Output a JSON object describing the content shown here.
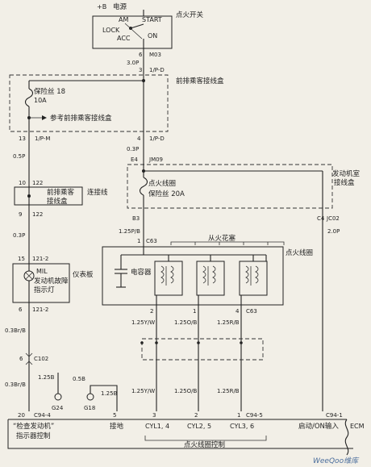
{
  "top": {
    "battery": "+B",
    "battery_cn": "电源",
    "ign_switch_title": "点火开关",
    "sw_am": "AM",
    "sw_start": "START",
    "sw_lock": "LOCK",
    "sw_on": "ON",
    "sw_acc": "ACC",
    "pin6": "6",
    "conn_m03": "M03",
    "w_30p": "3.0P",
    "pin3": "3",
    "conn_1pd": "1/P-D"
  },
  "front_box": {
    "title": "前排乘客接线盒",
    "fuse18": "保险丝 18",
    "fuse18_rating": "10A",
    "ref_note": "参考前排乘客接线盒",
    "pin13": "13",
    "conn_1pm": "1/P-M",
    "pin4": "4",
    "conn_1pd": "1/P-D",
    "w_05p": "0.5P",
    "w_03p": "0.3P",
    "e4": "E4",
    "jm09": "JM09"
  },
  "joint": {
    "pin10": "10",
    "c122": "122",
    "label": "前排乘客\n接线盒",
    "label1": "前排乘客",
    "label2": "接线盒",
    "link": "连接线",
    "pin9": "9",
    "c122b": "122"
  },
  "engine_box": {
    "title1": "发动机室",
    "title2": "接线盒",
    "ign_fuse": "点火线圈",
    "ign_fuse_rating": "保险丝 20A",
    "b3": "B3",
    "c4": "C4",
    "jc02": "JC02",
    "w_125pb": "1.25P/B",
    "w_20p": "2.0P",
    "w_03p2": "0.3P"
  },
  "coil": {
    "pin1": "1",
    "c63": "C63",
    "spark": "从火花塞",
    "ign_coil": "点火线圈",
    "capacitor": "电容器",
    "pin2": "2",
    "pin1b": "1",
    "pin4": "4",
    "c63b": "C63",
    "w_a": "1.25Y/W",
    "w_b": "1.25O/B",
    "w_c": "1.25R/B"
  },
  "cluster": {
    "pin15": "15",
    "c1212": "121-2",
    "mil": "MIL",
    "mil_cn1": "发动机故障",
    "mil_cn2": "指示灯",
    "title": "仪表板",
    "pin6": "6",
    "c1212b": "121-2"
  },
  "lower": {
    "w_03brb": "0.3Br/B",
    "c102_pin": "6",
    "c102": "C102",
    "w_125b": "1.25B",
    "w_05b": "0.5B",
    "w_03brb2": "0.3Br/B",
    "w_125b2": "1.25B",
    "w_125yw": "1.25Y/W",
    "w_125ob": "1.25O/B",
    "w_125rb": "1.25R/B",
    "g24": "G24",
    "g18": "G18",
    "pin20": "20",
    "c944": "C94-4",
    "pin5": "5",
    "pin3": "3",
    "pin2": "2",
    "pin1": "1",
    "c945": "C94-5",
    "c941": "C94-1"
  },
  "ecm": {
    "check_label": "“检查发动机”",
    "check_label2": "指示器控制",
    "ground": "接地",
    "cyl14": "CYL1, 4",
    "cyl25": "CYL2, 5",
    "cyl36": "CYL3, 6",
    "start_on": "启动/ON输入",
    "ecm": "ECM",
    "coil_ctrl": "点火线圈控制",
    "watermark": "WeeQoo维库"
  }
}
